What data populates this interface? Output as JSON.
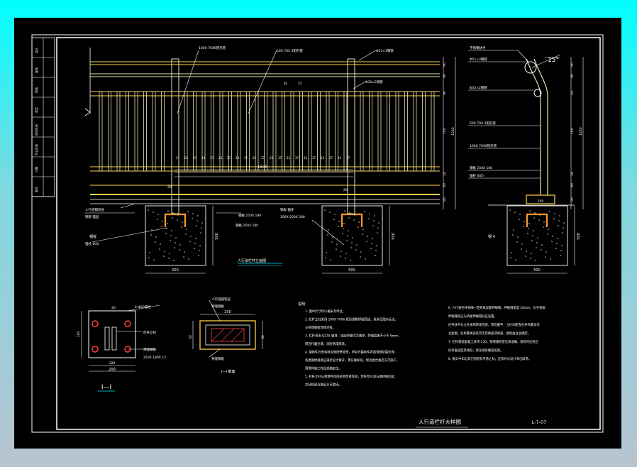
{
  "colors": {
    "background_outer": "#00ffff",
    "sheet": "#000000",
    "rail": "#ffd24a",
    "line": "#ffffff",
    "post": "#e6e6b0",
    "accent_red": "#ff4040",
    "plate": "#ff9a2e"
  },
  "elevation": {
    "note_top_rail": "100X 70X6矩形管",
    "note_mid_rail": "50X 70X 3矩形管",
    "note_right_rail": "Φ51×3钢管",
    "note_inner": "Φ32×2钢管",
    "note_small_a": "62",
    "note_small_b": "53",
    "span_label": "1500",
    "spacing_values": [
      "37",
      "23",
      "37",
      "23",
      "37",
      "23",
      "37",
      "23",
      "37",
      "23",
      "37",
      "23",
      "37",
      "23",
      "37",
      "23",
      "37",
      "23",
      "37",
      "23",
      "37"
    ],
    "height_labels": [
      "90",
      "90",
      "90",
      "705",
      "1240",
      "24",
      "90",
      "90"
    ],
    "post_gap_left": "20",
    "post_gap_right": "20",
    "foot_left_a": "人行道铺装层",
    "foot_left_b": "钢筋  锚固",
    "foot_left_c": "钢板",
    "foot_left_d": "锚栓  Φ20",
    "foot_mid_a": "钢板 250X 180",
    "foot_mid_b": "钢板  锚栓",
    "foot_mid_c": "300X 200X 300",
    "pier_width": "500",
    "pier_height": "500",
    "title_elev": "人行道栏杆立面图"
  },
  "section": {
    "angle": "15°",
    "note_top": "不锈钢扶手",
    "note_1": "Φ51×3钢管",
    "note_2": "Φ32×2钢管",
    "note_3": "50X 70X 3矩形管",
    "note_4": "100X 70X6矩形管",
    "note_5": "钢板 250X 180",
    "note_6": "锚栓  Φ20",
    "dims": [
      "90",
      "90",
      "24",
      "1240",
      "705",
      "24",
      "90",
      "90"
    ],
    "base_dim": "250",
    "pier_width": "500",
    "pier_height": "500",
    "left_label": "钢 4"
  },
  "plate_detail": {
    "top_dim": "20",
    "width_dim": "120",
    "total_dim": "200",
    "side_dim": "100",
    "note_a": "4-Φ20锚栓",
    "note_b": "栏杆立柱",
    "note_c": "预埋钢板",
    "note_d": "250X 180X 12",
    "title": "I—I"
  },
  "bar_detail": {
    "note_a": "人行道铺装层",
    "note_b": "预埋钢板",
    "dim": "250",
    "side_a": "50",
    "side_b": "30",
    "title": "I—I 截面"
  },
  "notes": {
    "heading": "说明：",
    "items": [
      "1. 图中尺寸均以毫米为单位。",
      "2. 栏杆立柱采用 100X 70X6 矩形钢管焊接而成，其余见图示标注，",
      "   与预埋钢板焊接连接。",
      "3. 栏杆采用 Q235 钢材，连接焊缝均为满焊，焊缝高度不小于 6mm，",
      "   焊后打磨光滑，涂防锈漆两道。",
      "4. 钢构件在安装前应做除锈处理，所有外露构件表面须做防腐处理，",
      "   各类钢材规格应满足设计要求，需先做样段，经验收合格后方可施工，",
      "   预埋件施工时应准确定位。",
      "5. 栏杆立柱与预埋件连接采用焊接连接，焊条型号须与钢材相匹配，",
      "   并经检验合格后方可使用。"
    ],
    "items_right": [
      "6. 人行道栏杆每隔一定距离设置伸缩缝，伸缩缝宽度 20mm，位于桥面",
      "   伸缩缝处应与桥面伸缩缝对应设置。",
      "   栏杆扶手与立柱采用焊接连接，焊后磨平；立柱间距及栏杆布置详见",
      "   立面图，栏杆整体安装完毕后刷面漆两道，颜色由业主确定。",
      "7. 栏杆基础混凝土采用 C30，预埋锚栓定位须准确，安装时应校正",
      "   栏杆垂直度及线形，保证线形顺直美观。",
      "8. 施工中如与其它图纸有矛盾之处，应及时与设计单位联系。"
    ]
  },
  "title_block": {
    "drawing_title": "人行道栏杆大样图",
    "drawing_no": "L-7-07",
    "side_cells": [
      "设计",
      "复核",
      "审核",
      "审定",
      "项目负责",
      "专业负责",
      "日期",
      "图号"
    ]
  }
}
